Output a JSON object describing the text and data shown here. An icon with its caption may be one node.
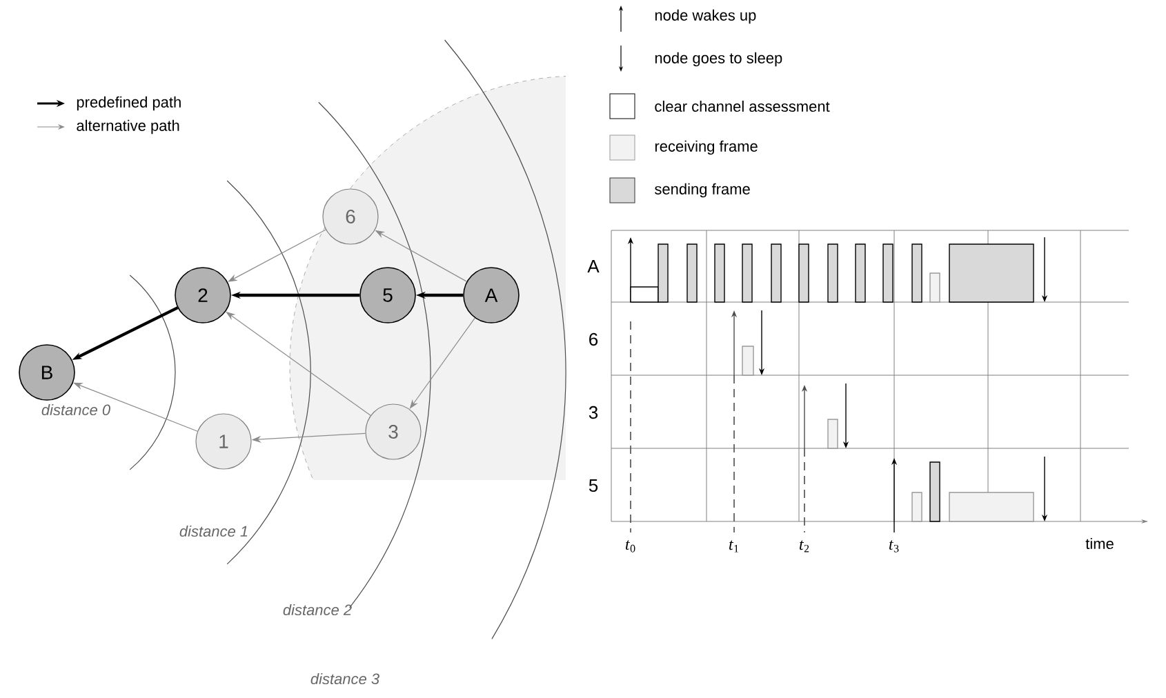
{
  "diagram": {
    "nodes": [
      {
        "text": [
          "B"
        ]
      },
      {
        "text": [
          "1"
        ]
      },
      {
        "text": [
          "2"
        ]
      },
      {
        "text": [
          "3"
        ]
      },
      {
        "text": [
          "5"
        ]
      },
      {
        "text": [
          "6"
        ]
      },
      {
        "text": [
          "A"
        ]
      }
    ],
    "edges": [
      {
        "from": 6,
        "to": 4,
        "arrow": "to",
        "style": "thick",
        "color": "#000000"
      },
      {
        "from": 4,
        "to": 2,
        "arrow": "to",
        "style": "thick",
        "color": "#000000"
      },
      {
        "from": 2,
        "to": 0,
        "arrow": "to",
        "style": "thick",
        "color": "#000000"
      },
      {
        "from": 6,
        "to": 5,
        "arrow": "to"
      },
      {
        "from": 5,
        "to": 2,
        "arrow": "to"
      },
      {
        "from": 6,
        "to": 3,
        "arrow": "to"
      },
      {
        "from": 3,
        "to": 2,
        "arrow": "to"
      },
      {
        "from": 3,
        "to": 1,
        "arrow": "to"
      },
      {
        "from": 1,
        "to": 0,
        "arrow": "to"
      }
    ],
    "labels": [
      "A",
      "6",
      "3",
      "5",
      "distance 0",
      "*t*$_{0}$",
      "*t*$_{1}$",
      "*t*$_{2}$",
      "*t*$_{3}$",
      "time",
      "distance 1",
      "distance 2",
      "distance 3"
    ],
    "legend": [
      {
        "text": "predefined path"
      },
      {
        "text": "alternative path"
      },
      {
        "text": "node wakes up"
      },
      {
        "text": "node goes to sleep"
      },
      {
        "text": "clear channel assessment"
      },
      {
        "text": "receiving frame",
        "color": "#f2f2f2"
      },
      {
        "text": "sending frame",
        "color": "#d9d9d9"
      }
    ]
  }
}
